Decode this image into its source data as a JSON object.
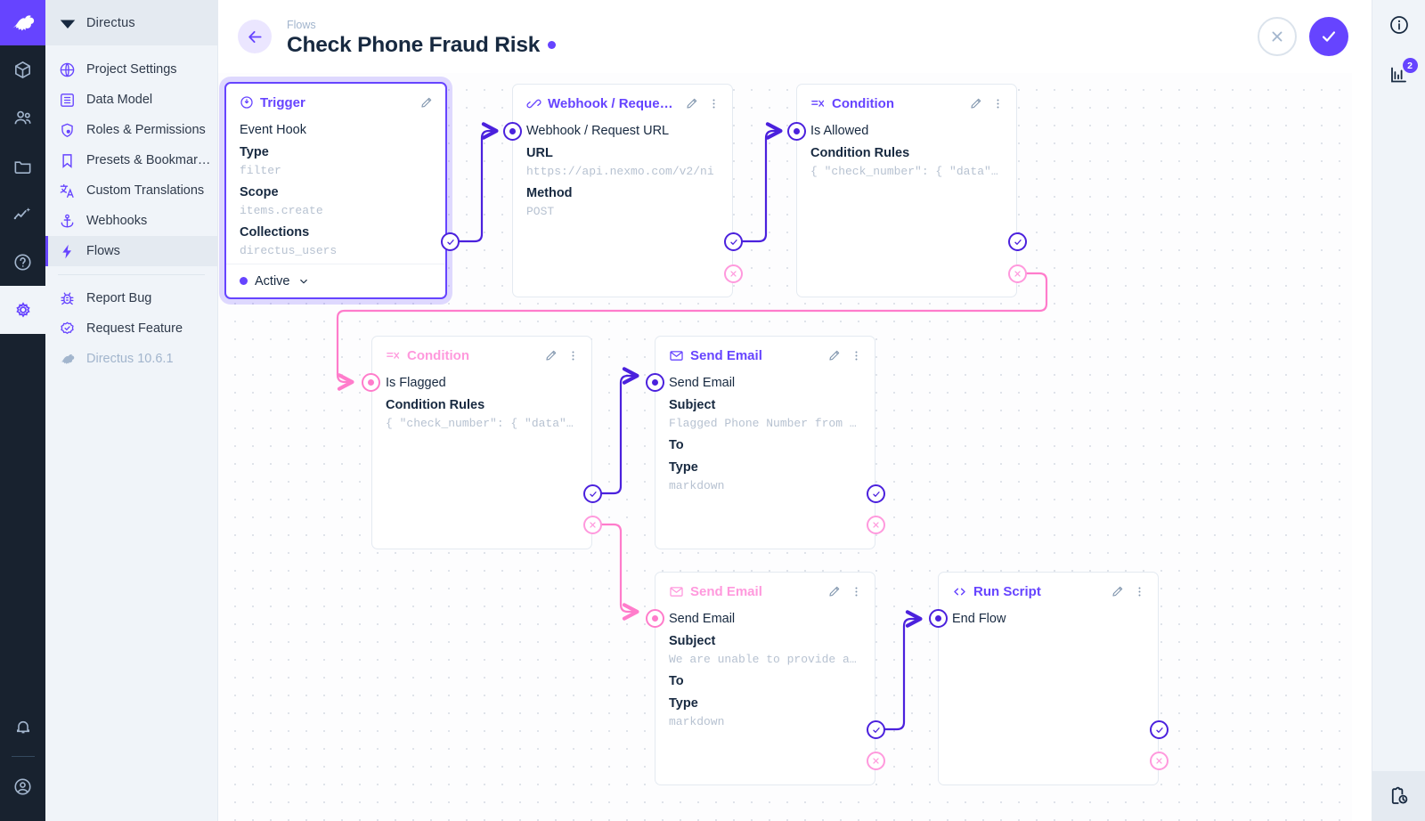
{
  "modulebar": {
    "logo_icon": "directus-rabbit-logo",
    "items": [
      {
        "icon": "box-icon",
        "name": "content",
        "active": false
      },
      {
        "icon": "people-icon",
        "name": "users",
        "active": false
      },
      {
        "icon": "folder-icon",
        "name": "files",
        "active": false
      },
      {
        "icon": "insights-icon",
        "name": "insights",
        "active": false
      },
      {
        "icon": "help-icon",
        "name": "help",
        "active": false
      },
      {
        "icon": "gear-icon",
        "name": "settings",
        "active": true
      }
    ],
    "bottom": [
      {
        "icon": "bell-icon",
        "name": "notifications"
      },
      {
        "icon": "person-icon",
        "name": "account"
      }
    ]
  },
  "sidebar_nav": {
    "project_name": "Directus",
    "project_icon": "directus-diamond-icon",
    "items": [
      {
        "label": "Project Settings",
        "icon": "globe-icon",
        "active": false
      },
      {
        "label": "Data Model",
        "icon": "list-box-icon",
        "active": false
      },
      {
        "label": "Roles & Permissions",
        "icon": "shield-icon",
        "active": false
      },
      {
        "label": "Presets & Bookmar…",
        "icon": "bookmark-icon",
        "active": false
      },
      {
        "label": "Custom Translations",
        "icon": "translate-icon",
        "active": false
      },
      {
        "label": "Webhooks",
        "icon": "anchor-icon",
        "active": false
      },
      {
        "label": "Flows",
        "icon": "bolt-icon",
        "active": true
      }
    ],
    "footer_items": [
      {
        "label": "Report Bug",
        "icon": "bug-icon"
      },
      {
        "label": "Request Feature",
        "icon": "badge-check-icon"
      }
    ],
    "version": {
      "label": "Directus 10.6.1",
      "icon": "rabbit-icon"
    }
  },
  "header": {
    "back_icon": "arrow-left-icon",
    "breadcrumb": "Flows",
    "title": "Check Phone Fraud Risk",
    "status_dot_color": "#6644ff",
    "cancel_icon": "close-icon",
    "cancel_label": "",
    "save_icon": "check-icon",
    "save_label": ""
  },
  "right_sidebar": {
    "items": [
      {
        "icon": "info-icon",
        "name": "flow-info",
        "badge": "",
        "selected": false
      },
      {
        "icon": "logs-icon",
        "name": "flow-logs",
        "badge": "2",
        "selected": false
      }
    ],
    "bottom": [
      {
        "icon": "clipboard-clock-icon",
        "name": "activity-log",
        "badge": "",
        "selected": true
      }
    ]
  },
  "colors": {
    "accent": "#6644ff",
    "resolve": "#4b21dd",
    "reject": "#ff99dd",
    "pink_node": "#ff99dd",
    "canvas_dot": "#dfe3ea"
  },
  "nodes": [
    {
      "id": "trigger",
      "kind": "trigger",
      "type_label": "Trigger",
      "type_icon": "trigger-bolt-circle-icon",
      "accent": "#6644ff",
      "selected": true,
      "name": "Event Hook",
      "fields": [
        {
          "label": "Type",
          "value": "filter"
        },
        {
          "label": "Scope",
          "value": "items.create"
        },
        {
          "label": "Collections",
          "value": "directus_users"
        }
      ],
      "footer": {
        "status": "Active",
        "chevron": "chevron-down-icon"
      },
      "tools": {
        "edit": "pencil-icon",
        "menu": null
      }
    },
    {
      "id": "webhook",
      "kind": "operation",
      "type_label": "Webhook / Request U",
      "type_icon": "link-icon",
      "accent": "#6644ff",
      "name": "Webhook / Request URL",
      "fields": [
        {
          "label": "URL",
          "value": "https://api.nexmo.com/v2/ni"
        },
        {
          "label": "Method",
          "value": "POST"
        }
      ],
      "tools": {
        "edit": "pencil-icon",
        "menu": "dots-vertical-icon"
      }
    },
    {
      "id": "cond-allowed",
      "kind": "operation",
      "type_label": "Condition",
      "type_icon": "condition-icon",
      "accent": "#6644ff",
      "name": "Is Allowed",
      "fields": [
        {
          "label": "Condition Rules",
          "value": "{ \"check_number\": { \"data\"…"
        }
      ],
      "tools": {
        "edit": "pencil-icon",
        "menu": "dots-vertical-icon"
      }
    },
    {
      "id": "cond-flagged",
      "kind": "operation",
      "type_label": "Condition",
      "type_icon": "condition-icon",
      "accent": "#ff99dd",
      "name": "Is Flagged",
      "fields": [
        {
          "label": "Condition Rules",
          "value": "{ \"check_number\": { \"data\"…"
        }
      ],
      "tools": {
        "edit": "pencil-icon",
        "menu": "dots-vertical-icon"
      }
    },
    {
      "id": "email-flagged",
      "kind": "operation",
      "type_label": "Send Email",
      "type_icon": "envelope-icon",
      "accent": "#6644ff",
      "name": "Send Email",
      "fields": [
        {
          "label": "Subject",
          "value": "Flagged Phone Number from …"
        },
        {
          "label": "To",
          "value": ""
        },
        {
          "label": "Type",
          "value": "markdown"
        }
      ],
      "tools": {
        "edit": "pencil-icon",
        "menu": "dots-vertical-icon"
      }
    },
    {
      "id": "email-unable",
      "kind": "operation",
      "type_label": "Send Email",
      "type_icon": "envelope-icon",
      "accent": "#ff99dd",
      "name": "Send Email",
      "fields": [
        {
          "label": "Subject",
          "value": "We are unable to provide a…"
        },
        {
          "label": "To",
          "value": ""
        },
        {
          "label": "Type",
          "value": "markdown"
        }
      ],
      "tools": {
        "edit": "pencil-icon",
        "menu": "dots-vertical-icon"
      }
    },
    {
      "id": "run-script",
      "kind": "operation",
      "type_label": "Run Script",
      "type_icon": "code-brackets-icon",
      "accent": "#6644ff",
      "name": "End Flow",
      "fields": [],
      "tools": {
        "edit": "pencil-icon",
        "menu": "dots-vertical-icon"
      }
    }
  ]
}
